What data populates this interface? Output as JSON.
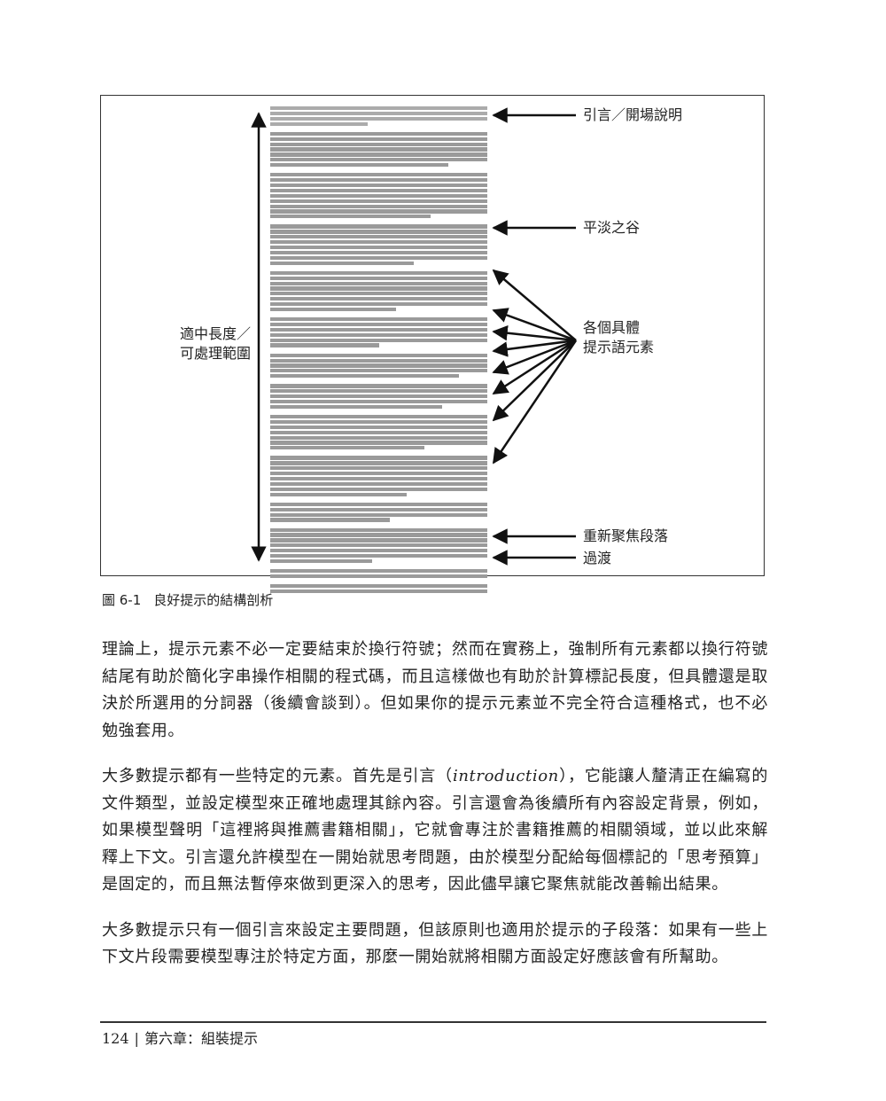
{
  "figure": {
    "labels": {
      "intro": "引言／開場說明",
      "valley": "平淡之谷",
      "elements_line1": "各個具體",
      "elements_line2": "提示語元素",
      "refocus": "重新聚焦段落",
      "transition": "過渡",
      "length_line1": "適中長度／",
      "length_line2": "可處理範圍"
    },
    "document_paragraph_lines": [
      4,
      7,
      9,
      8,
      8,
      6,
      5,
      5,
      7,
      8,
      4,
      7,
      2,
      2
    ]
  },
  "caption": {
    "number": "圖 6-1",
    "title": "良好提示的結構剖析"
  },
  "body": {
    "p1": "理論上，提示元素不必一定要結束於換行符號；然而在實務上，強制所有元素都以換行符號結尾有助於簡化字串操作相關的程式碼，而且這樣做也有助於計算標記長度，但具體還是取決於所選用的分詞器（後續會談到）。但如果你的提示元素並不完全符合這種格式，也不必勉強套用。",
    "p2_before": "大多數提示都有一些特定的元素。首先是",
    "p2_term": "引言",
    "p2_open": "（",
    "p2_term_en": "introduction",
    "p2_close": "）",
    "p2_after": "，它能讓人釐清正在編寫的文件類型，並設定模型來正確地處理其餘內容。引言還會為後續所有內容設定背景，例如，如果模型聲明「這裡將與推薦書籍相關」，它就會專注於書籍推薦的相關領域，並以此來解釋上下文。引言還允許模型在一開始就思考問題，由於模型分配給每個標記的「思考預算」是固定的，而且無法暫停來做到更深入的思考，因此儘早讓它聚焦就能改善輸出結果。",
    "p3": "大多數提示只有一個引言來設定主要問題，但該原則也適用於提示的子段落：如果有一些上下文片段需要模型專注於特定方面，那麼一開始就將相關方面設定好應該會有所幫助。"
  },
  "footer": {
    "page_number": "124",
    "separator": "|",
    "chapter": "第六章：組裝提示"
  }
}
